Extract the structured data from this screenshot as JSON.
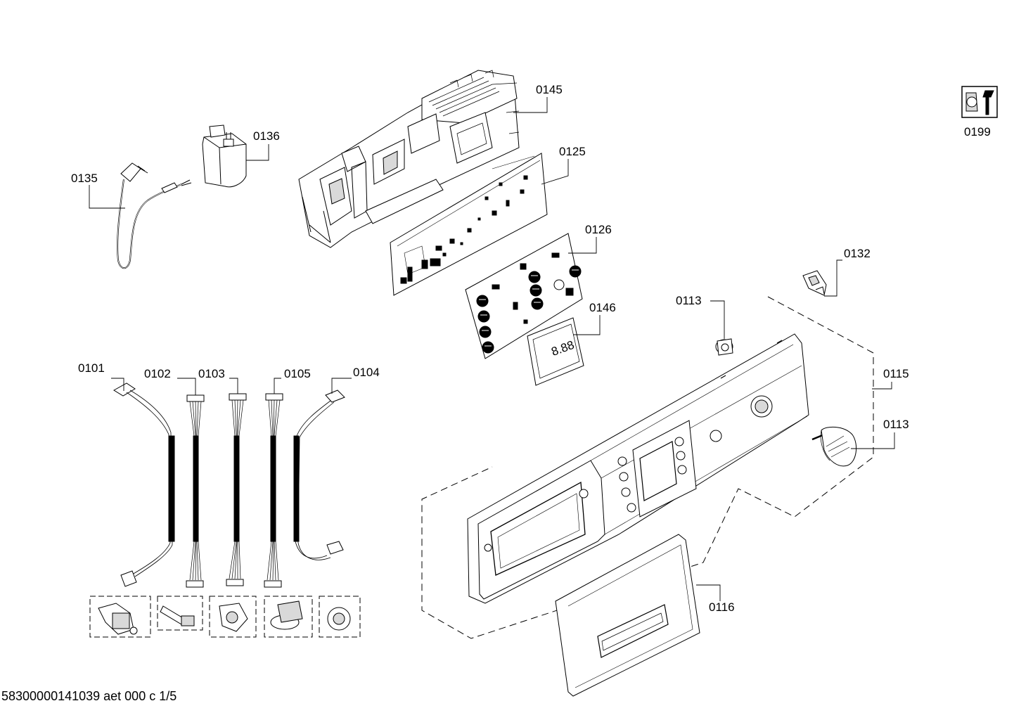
{
  "parts": [
    {
      "id": "p0145",
      "label": "0145"
    },
    {
      "id": "p0136",
      "label": "0136"
    },
    {
      "id": "p0135",
      "label": "0135"
    },
    {
      "id": "p0125",
      "label": "0125"
    },
    {
      "id": "p0126",
      "label": "0126"
    },
    {
      "id": "p0132",
      "label": "0132"
    },
    {
      "id": "p0113a",
      "label": "0113"
    },
    {
      "id": "p0146",
      "label": "0146"
    },
    {
      "id": "p0115",
      "label": "0115"
    },
    {
      "id": "p0113b",
      "label": "0113"
    },
    {
      "id": "p0116",
      "label": "0116"
    },
    {
      "id": "p0101",
      "label": "0101"
    },
    {
      "id": "p0102",
      "label": "0102"
    },
    {
      "id": "p0103",
      "label": "0103"
    },
    {
      "id": "p0105",
      "label": "0105"
    },
    {
      "id": "p0104",
      "label": "0104"
    },
    {
      "id": "p0199",
      "label": "0199"
    }
  ],
  "display_readout": "8.88",
  "footer": "58300000141039 aet 000 c 1/5",
  "colors": {
    "line": "#000000",
    "fill": "#ffffff",
    "shade": "#d9d9d9"
  }
}
